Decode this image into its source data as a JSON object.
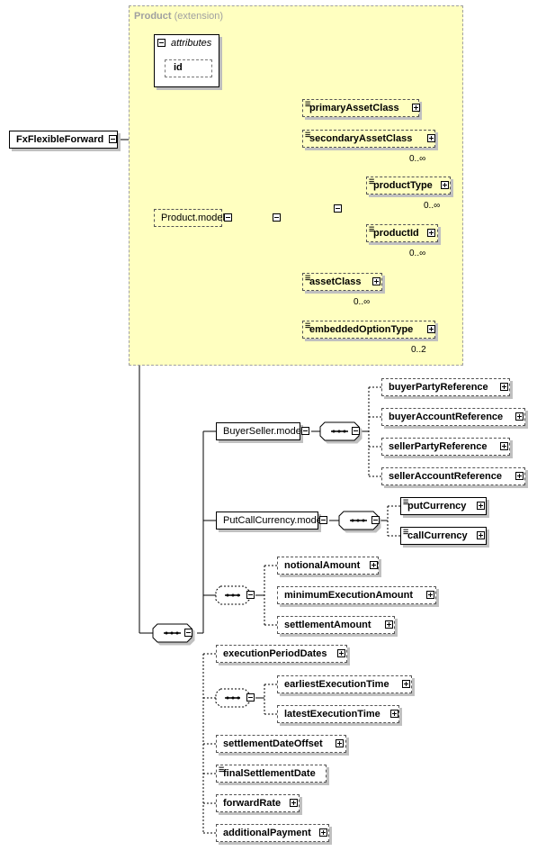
{
  "extension": {
    "name": "Product",
    "kind": "(extension)"
  },
  "attributes": {
    "label": "attributes",
    "items": [
      "id"
    ]
  },
  "root": "FxFlexibleForward",
  "elements": {
    "product_model": "Product.model",
    "primaryAssetClass": "primaryAssetClass",
    "secondaryAssetClass": "secondaryAssetClass",
    "productType": "productType",
    "productId": "productId",
    "assetClass": "assetClass",
    "embeddedOptionType": "embeddedOptionType",
    "buyerseller_model": "BuyerSeller.model",
    "buyerPartyReference": "buyerPartyReference",
    "buyerAccountReference": "buyerAccountReference",
    "sellerPartyReference": "sellerPartyReference",
    "sellerAccountReference": "sellerAccountReference",
    "putcallcurrency_model": "PutCallCurrency.model",
    "putCurrency": "putCurrency",
    "callCurrency": "callCurrency",
    "notionalAmount": "notionalAmount",
    "minimumExecutionAmount": "minimumExecutionAmount",
    "settlementAmount": "settlementAmount",
    "executionPeriodDates": "executionPeriodDates",
    "earliestExecutionTime": "earliestExecutionTime",
    "latestExecutionTime": "latestExecutionTime",
    "settlementDateOffset": "settlementDateOffset",
    "finalSettlementDate": "finalSettlementDate",
    "forwardRate": "forwardRate",
    "additionalPayment": "additionalPayment"
  },
  "cardinalities": {
    "secondaryAssetClass": "0..∞",
    "productType": "0..∞",
    "productId": "0..∞",
    "assetClass": "0..∞",
    "embeddedOptionType": "0..2"
  },
  "colors": {
    "extension_bg": "#ffffc0",
    "extension_border": "#a0a0a0"
  }
}
